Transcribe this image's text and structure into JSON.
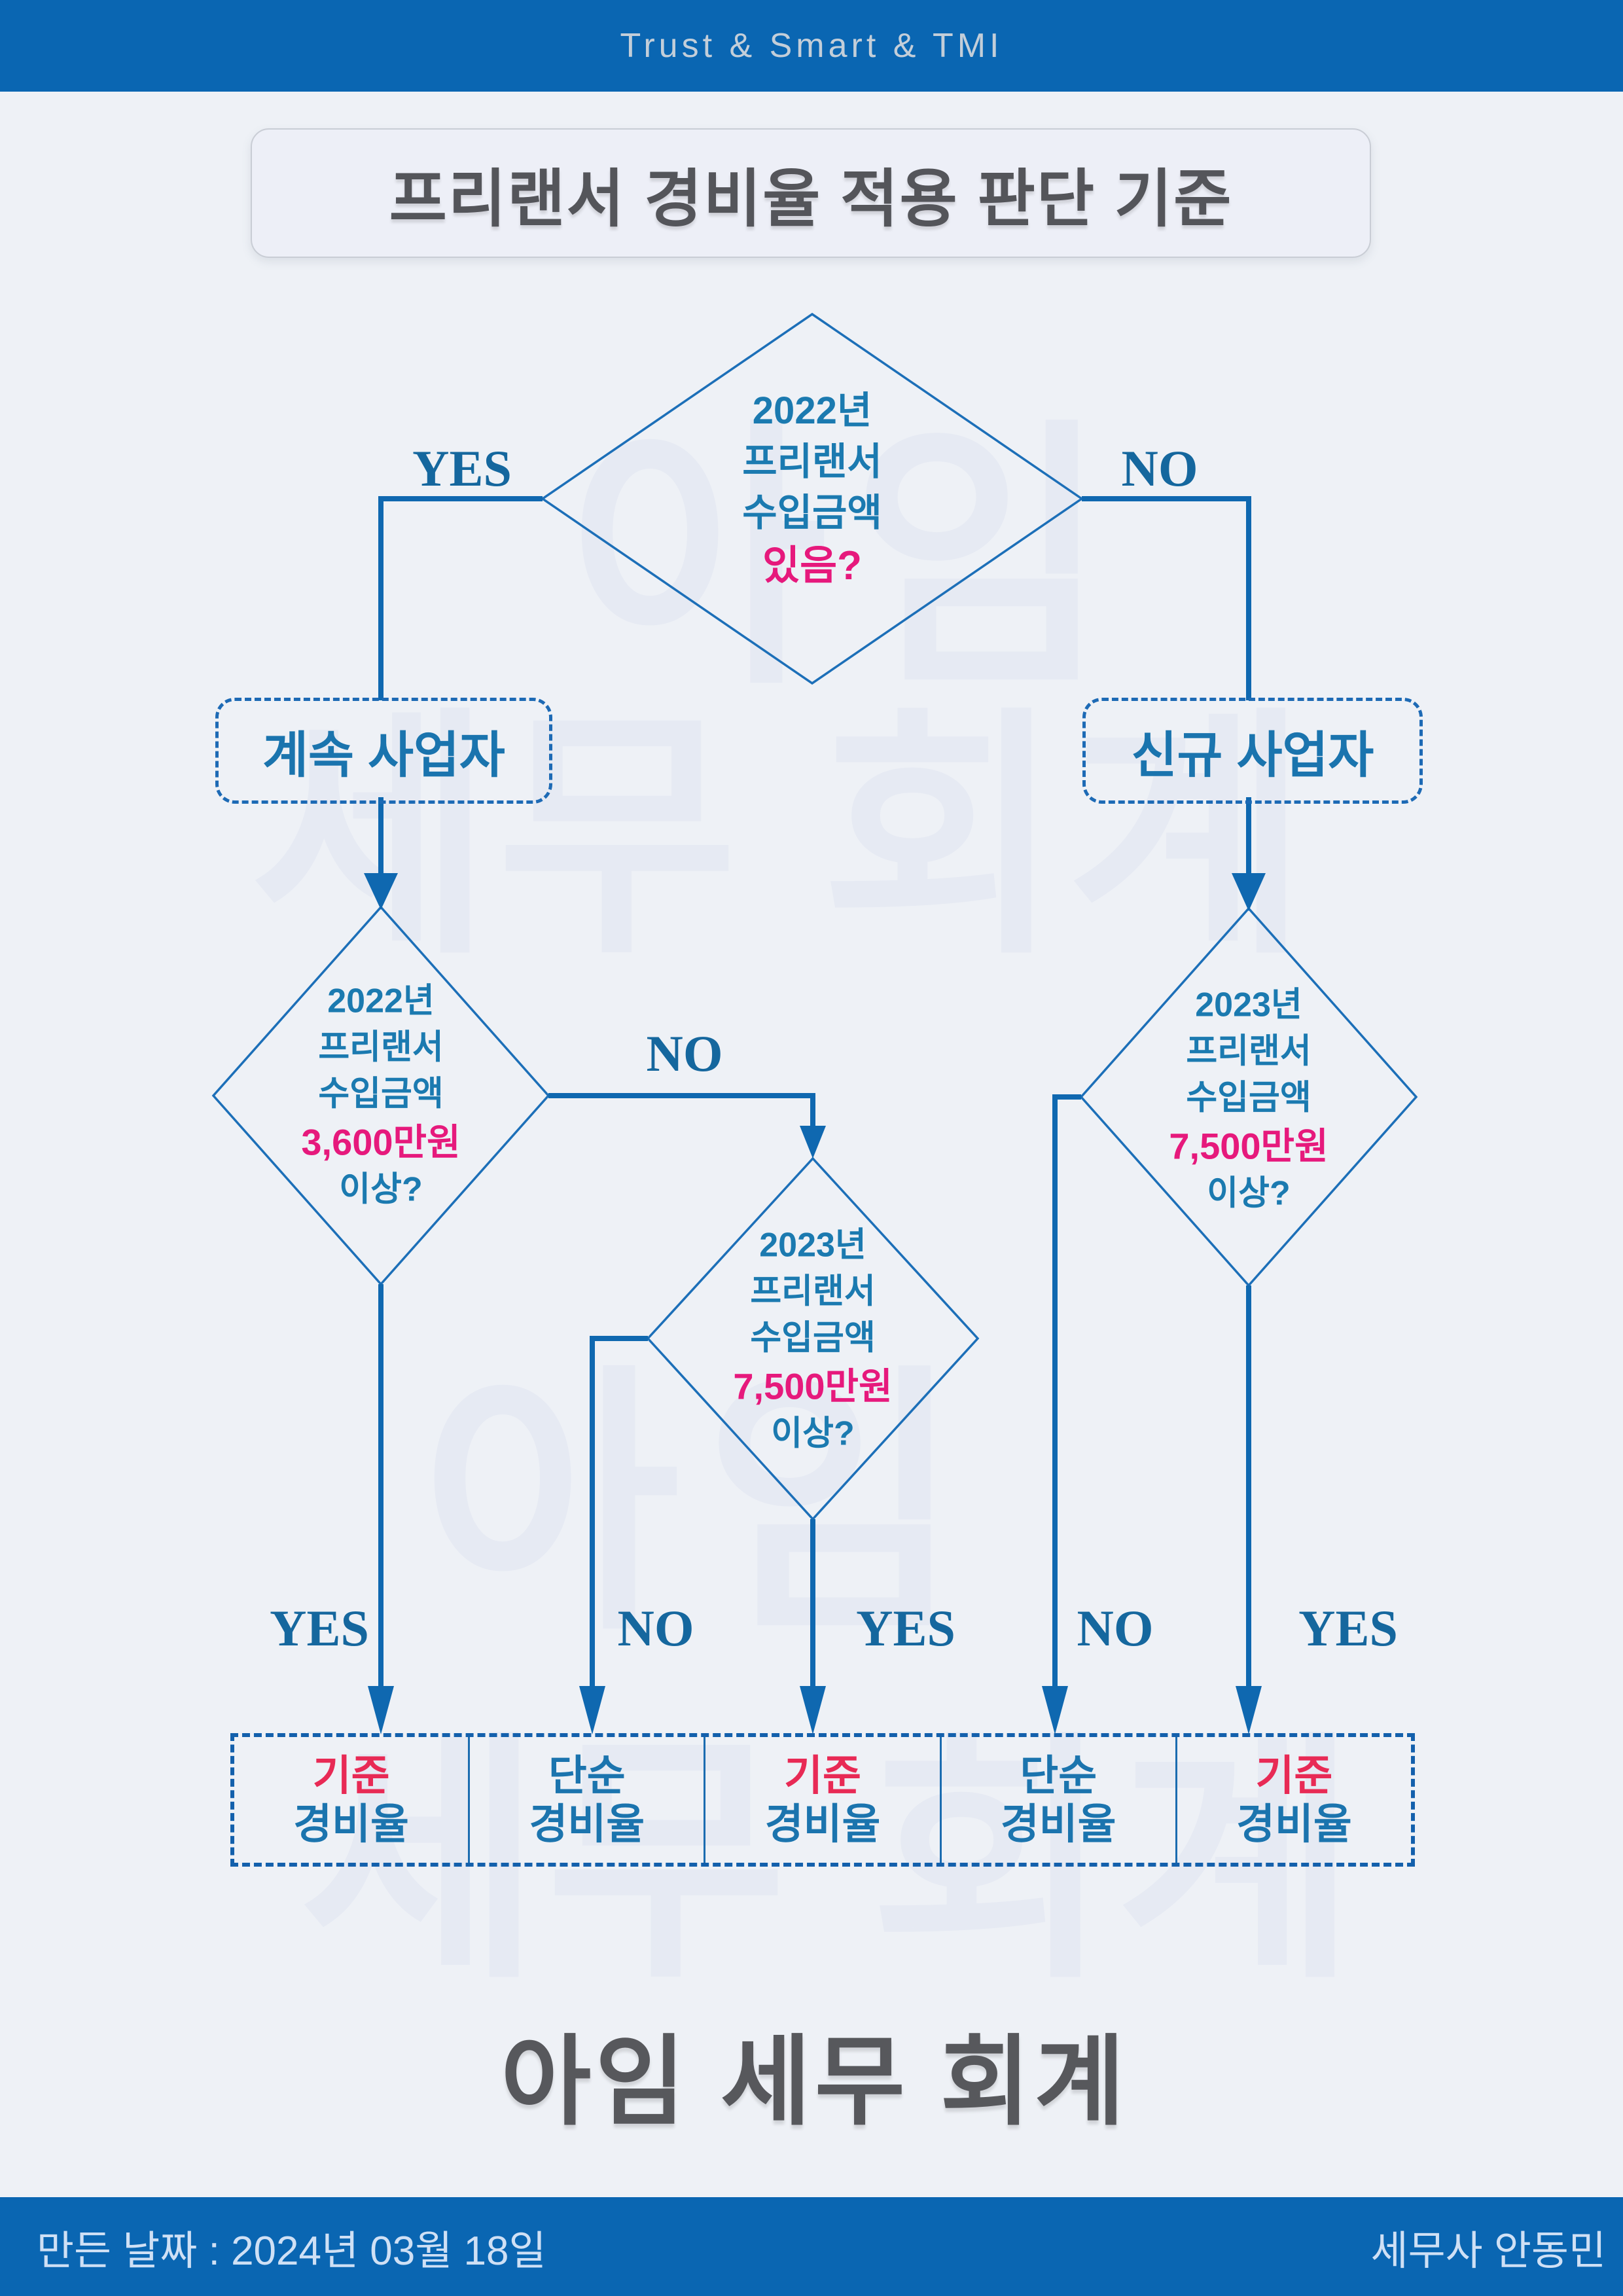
{
  "top_bar": {
    "text": "Trust & Smart & TMI"
  },
  "title": "프리랜서 경비율 적용 판단 기준",
  "flow": {
    "labels": {
      "top_left": "YES",
      "top_right": "NO",
      "mid": "NO",
      "bottom": [
        "YES",
        "NO",
        "YES",
        "NO",
        "YES"
      ]
    },
    "box_left": "계속 사업자",
    "box_right": "신규 사업자",
    "d_top": {
      "l0": "2022년",
      "l1": "프리랜서",
      "l2": "수입금액",
      "q": "있음?"
    },
    "d_left": {
      "l0": "2022년",
      "l1": "프리랜서",
      "l2": "수입금액",
      "v": "3,600만원",
      "s": "이상?"
    },
    "d_mid": {
      "l0": "2023년",
      "l1": "프리랜서",
      "l2": "수입금액",
      "v": "7,500만원",
      "s": "이상?"
    },
    "d_right": {
      "l0": "2023년",
      "l1": "프리랜서",
      "l2": "수입금액",
      "v": "7,500만원",
      "s": "이상?"
    },
    "results": [
      {
        "name": "기준",
        "label": "경비율",
        "accent": "pink"
      },
      {
        "name": "단순",
        "label": "경비율",
        "accent": "blue"
      },
      {
        "name": "기준",
        "label": "경비율",
        "accent": "pink"
      },
      {
        "name": "단순",
        "label": "경비율",
        "accent": "blue"
      },
      {
        "name": "기준",
        "label": "경비율",
        "accent": "pink"
      }
    ]
  },
  "watermark": {
    "line1": "아임",
    "line2": "세무 회계"
  },
  "brand": "아임 세무 회계",
  "bottom_bar": {
    "date": "만든 날짜 : 2024년 03월 18일",
    "author": "세무사  안동민"
  },
  "colors": {
    "bar_blue": "#0a66b2",
    "line_blue": "#0f68b0",
    "diamond_stroke": "#1c6fb8",
    "text_blue": "#1b7ab0",
    "pink": "#e6197c",
    "result_pink": "#e82a55",
    "label_navy": "#15679e",
    "title_gray": "#54555a",
    "background": "#eef1f6",
    "watermark": "#e6eaf3"
  }
}
